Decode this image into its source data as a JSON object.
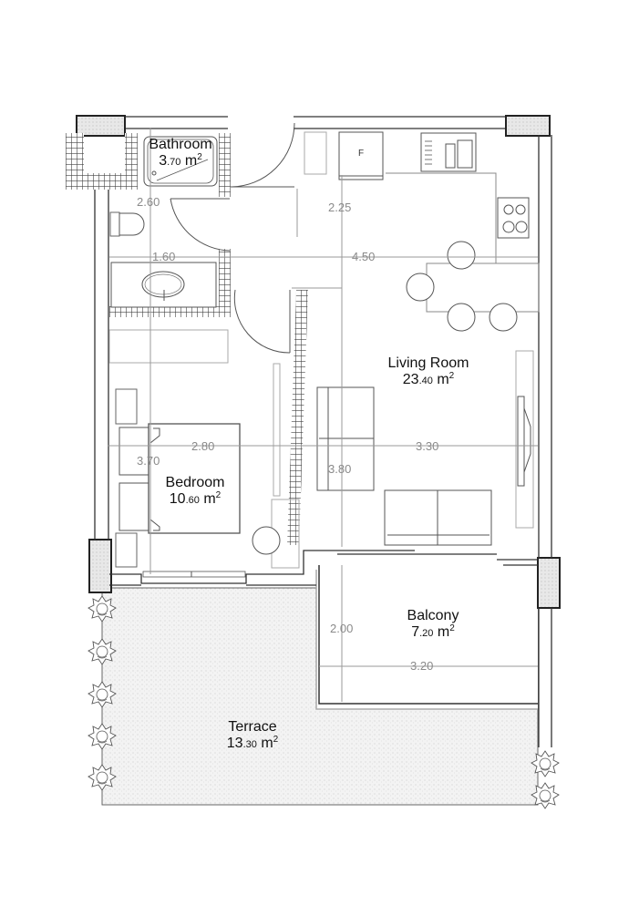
{
  "plan": {
    "colors": {
      "wall": "#333333",
      "line": "#555555",
      "dimension": "#8a8a8a",
      "hatch": "#444444",
      "terrace_fill": "#eeeeee",
      "background": "#ffffff"
    },
    "rooms": {
      "bathroom": {
        "name": "Bathroom",
        "area_int": "3",
        "area_dec": ".70",
        "unit": "m",
        "exp": "2"
      },
      "living_room": {
        "name": "Living Room",
        "area_int": "23",
        "area_dec": ".40",
        "unit": "m",
        "exp": "2"
      },
      "bedroom": {
        "name": "Bedroom",
        "area_int": "10",
        "area_dec": ".60",
        "unit": "m",
        "exp": "2"
      },
      "balcony": {
        "name": "Balcony",
        "area_int": "7",
        "area_dec": ".20",
        "unit": "m",
        "exp": "2"
      },
      "terrace": {
        "name": "Terrace",
        "area_int": "13",
        "area_dec": ".30",
        "unit": "m",
        "exp": "2"
      }
    },
    "dimensions": {
      "bathroom_height": "2.60",
      "bathroom_width": "1.60",
      "kitchen_depth": "2.25",
      "living_width_top": "4.50",
      "bedroom_height": "3.70",
      "bedroom_width": "2.80",
      "living_height": "3.80",
      "living_width": "3.30",
      "balcony_height": "2.00",
      "balcony_width": "3.20"
    },
    "appliances": {
      "fridge_label": "F"
    }
  }
}
